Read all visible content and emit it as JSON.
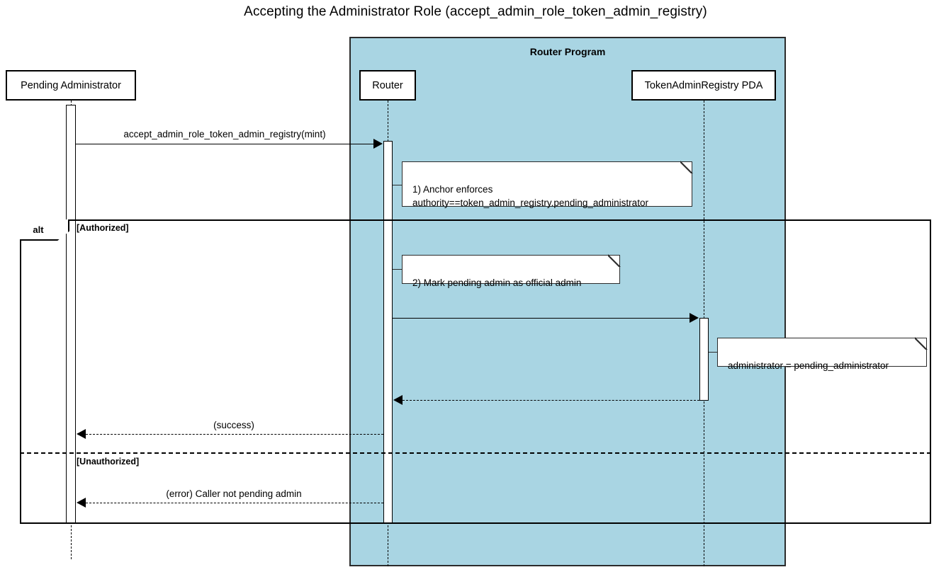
{
  "title": "Accepting the Administrator Role (accept_admin_role_token_admin_registry)",
  "colors": {
    "group_fill": "#a9d5e3",
    "stroke": "#000000",
    "note_fill": "#ffffff",
    "background": "#ffffff"
  },
  "group": {
    "label": "Router Program"
  },
  "participants": [
    {
      "id": "pending-administrator",
      "label": "Pending Administrator"
    },
    {
      "id": "router",
      "label": "Router"
    },
    {
      "id": "token-admin-registry-pda",
      "label": "TokenAdminRegistry PDA"
    }
  ],
  "messages": [
    {
      "id": "accept-admin-role-call",
      "label": "accept_admin_role_token_admin_registry(mint)",
      "from": "pending-administrator",
      "to": "router",
      "kind": "call",
      "style": "solid"
    },
    {
      "id": "mark-official-admin-call",
      "label": "",
      "from": "router",
      "to": "token-admin-registry-pda",
      "kind": "call",
      "style": "solid"
    },
    {
      "id": "registry-return",
      "label": "",
      "from": "token-admin-registry-pda",
      "to": "router",
      "kind": "return",
      "style": "dashed"
    },
    {
      "id": "success-return",
      "label": "(success)",
      "from": "router",
      "to": "pending-administrator",
      "kind": "return",
      "style": "dashed"
    },
    {
      "id": "error-return",
      "label": "(error) Caller not pending admin",
      "from": "router",
      "to": "pending-administrator",
      "kind": "return",
      "style": "dashed"
    }
  ],
  "notes": [
    {
      "id": "note-anchor-enforces",
      "text": "1) Anchor enforces\nauthority==token_admin_registry.pending_administrator",
      "attached_to": "router"
    },
    {
      "id": "note-mark-pending-admin",
      "text": "2) Mark pending admin as official admin",
      "attached_to": "router"
    },
    {
      "id": "note-administrator-assignment",
      "text": "administrator = pending_administrator",
      "attached_to": "token-admin-registry-pda"
    }
  ],
  "alt_fragment": {
    "operator": "alt",
    "branches": [
      {
        "id": "branch-authorized",
        "condition": "[Authorized]"
      },
      {
        "id": "branch-unauthorized",
        "condition": "[Unauthorized]"
      }
    ]
  }
}
